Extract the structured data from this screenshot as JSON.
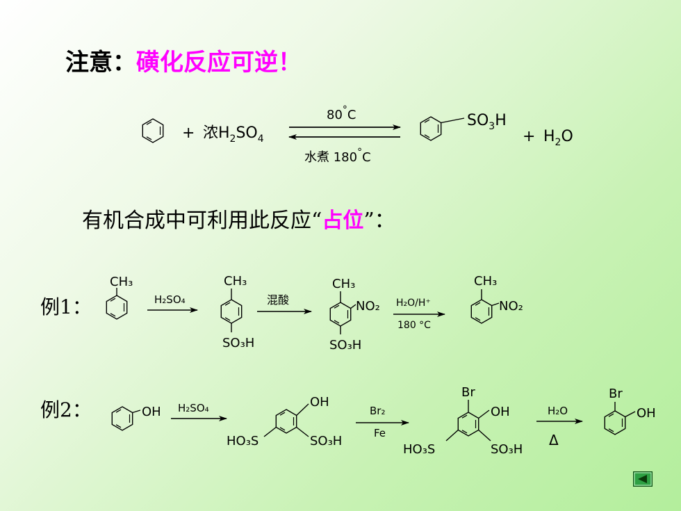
{
  "title": {
    "prefix": "注意：",
    "highlight": "磺化反应可逆！"
  },
  "reaction": {
    "plus1": "+",
    "reagent": "浓H",
    "reagent_sub2": "2",
    "reagent_so": "SO",
    "reagent_sub4": "4",
    "forward_cond": "80",
    "forward_unit": "C",
    "reverse_cond": "水煮 180",
    "reverse_unit": "C",
    "product_group": "SO",
    "product_sub": "3",
    "product_h": "H",
    "plus2": "+",
    "water_h": "H",
    "water_sub": "2",
    "water_o": "O"
  },
  "subtitle": {
    "text": "有机合成中可利用此反应“",
    "highlight": "占位",
    "suffix": "”："
  },
  "example1": {
    "label": "例1：",
    "step1": "H₂SO₄",
    "step2": "混酸",
    "step3_top": "H₂O/H⁺",
    "step3_bottom": "180 °C",
    "ch3": "CH₃",
    "so3h": "SO₃H",
    "no2": "NO₂"
  },
  "example2": {
    "label": "例2：",
    "oh": "OH",
    "step1": "H₂SO₄",
    "step2_top": "Br₂",
    "step2_bottom": "Fe",
    "step3_top": "H₂O",
    "step3_bottom": "Δ",
    "ho3s": "HO₃S",
    "so3h": "SO₃H",
    "br": "Br"
  },
  "nav": {
    "back_icon": "back-triangle-icon"
  }
}
